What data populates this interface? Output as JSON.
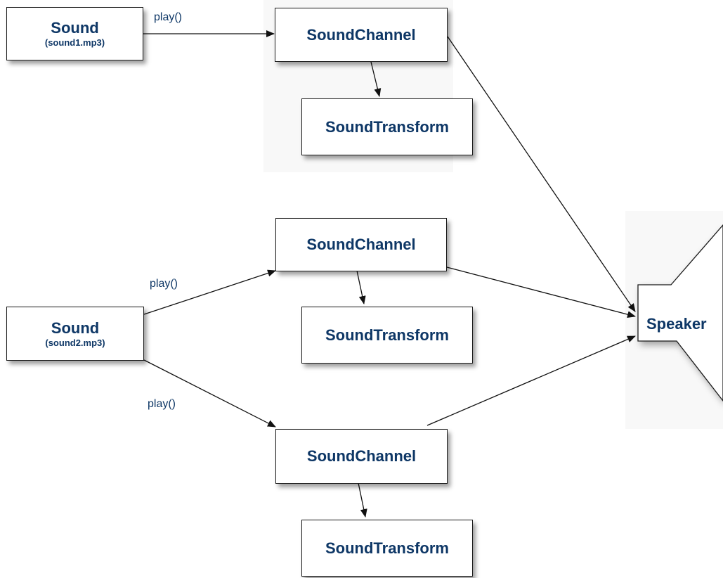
{
  "nodes": {
    "sound1": {
      "title": "Sound",
      "subtitle": "(sound1.mp3)"
    },
    "sound2": {
      "title": "Sound",
      "subtitle": "(sound2.mp3)"
    },
    "channel1": {
      "title": "SoundChannel"
    },
    "transform1": {
      "title": "SoundTransform"
    },
    "channel2": {
      "title": "SoundChannel"
    },
    "transform2": {
      "title": "SoundTransform"
    },
    "channel3": {
      "title": "SoundChannel"
    },
    "transform3": {
      "title": "SoundTransform"
    },
    "speaker": {
      "title": "Speaker"
    }
  },
  "edge_labels": {
    "play1": "play()",
    "play2": "play()",
    "play3": "play()"
  },
  "colors": {
    "node_text": "#0e3766",
    "edge": "#111111",
    "border": "#1a1a1a"
  }
}
